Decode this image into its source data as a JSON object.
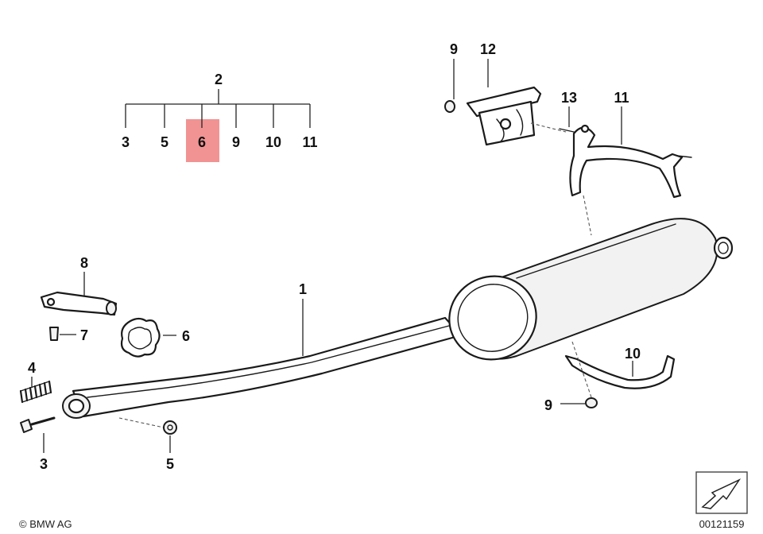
{
  "highlight_color": "#f08080",
  "group": {
    "parent": "2",
    "children": [
      "3",
      "5",
      "6",
      "9",
      "10",
      "11"
    ],
    "highlighted": "6"
  },
  "callouts": {
    "c1": "1",
    "c3": "3",
    "c4": "4",
    "c5": "5",
    "c6": "6",
    "c7": "7",
    "c8": "8",
    "c9_top": "9",
    "c9_bottom": "9",
    "c10": "10",
    "c11": "11",
    "c12": "12",
    "c13": "13"
  },
  "footer": {
    "copyright": "© BMW AG",
    "image_number": "00121159"
  }
}
